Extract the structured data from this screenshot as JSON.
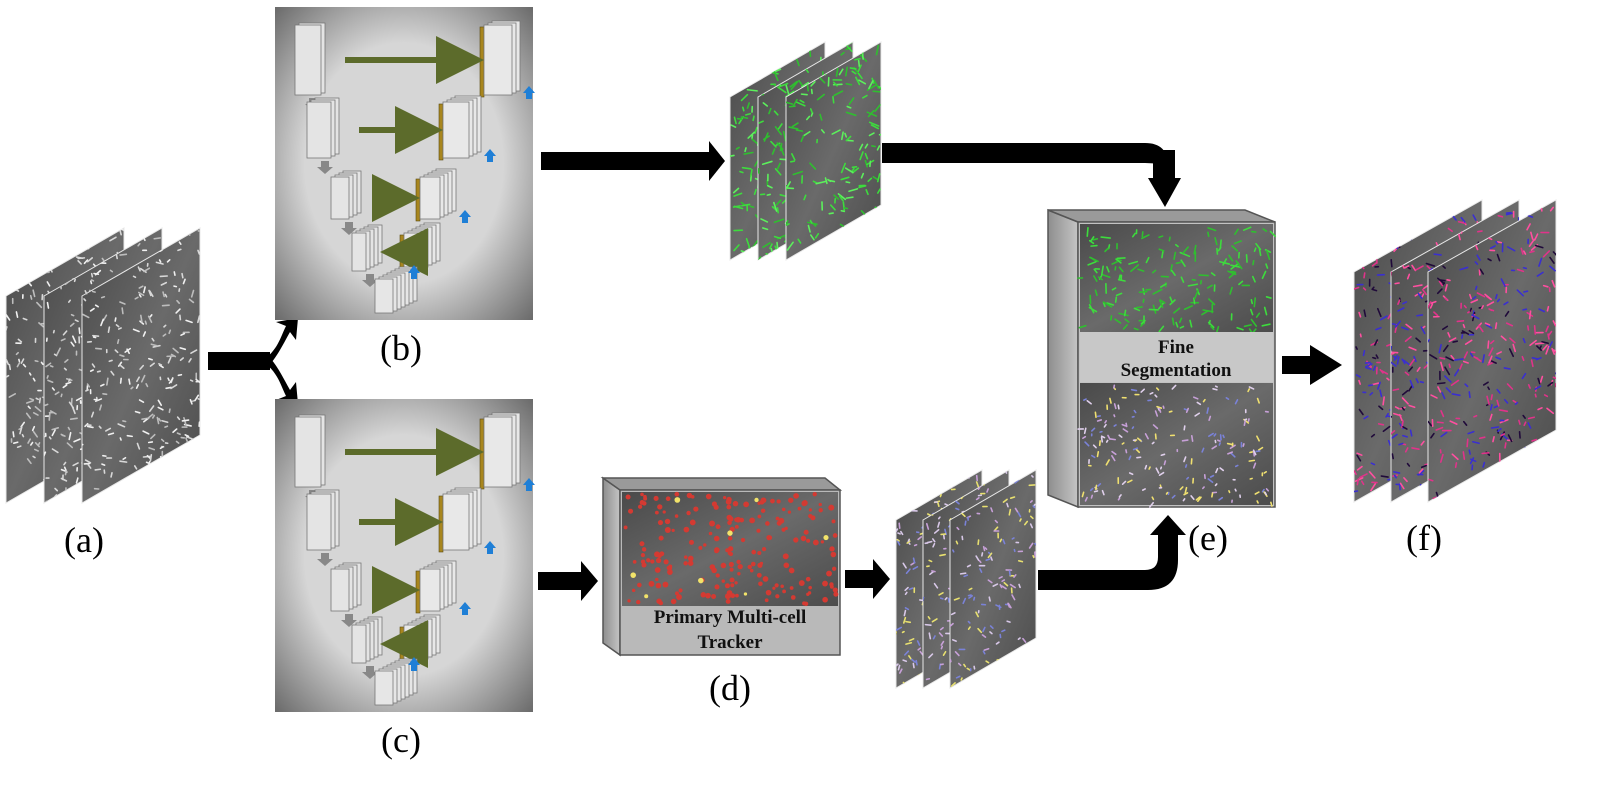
{
  "labels": {
    "a": "(a)",
    "b": "(b)",
    "c": "(c)",
    "d": "(d)",
    "e": "(e)",
    "f": "(f)"
  },
  "tracker": {
    "line1": "Primary Multi-cell",
    "line2": "Tracker"
  },
  "fine": {
    "line1": "Fine",
    "line2": "Segmentation"
  },
  "colors": {
    "raw": "#5a5a5a",
    "seg_green": "#3ddc3d",
    "det_red": "#d43a32",
    "track_blue": "#7a82d8",
    "final_pink": "#e0338a",
    "final_blue": "#3a2fd0",
    "skip_arrow": "#5c6b2b",
    "up_arrow": "#1f7fd6",
    "concat_bar": "#a8861e"
  }
}
